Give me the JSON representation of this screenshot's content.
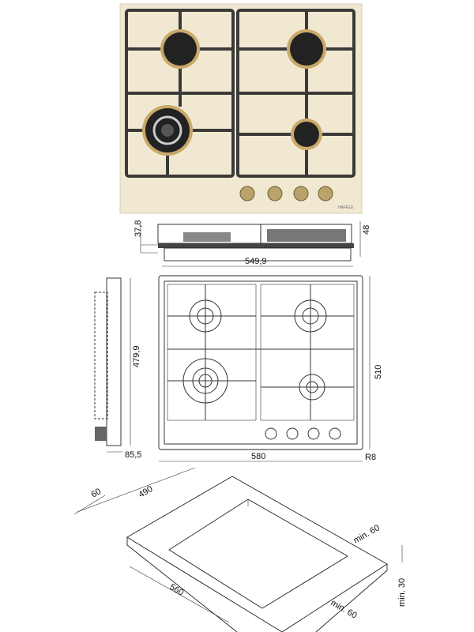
{
  "product_photo": {
    "brand_logo": "HAFELE",
    "burner_count": 4,
    "knob_count": 4,
    "colors": {
      "body": "#f1e8d2",
      "grate": "#3b3a38",
      "burner": "#222222",
      "knob": "#b9a36a"
    }
  },
  "side_view": {
    "height_label": "37,8",
    "total_height_label": "48",
    "width_label": "549,9"
  },
  "top_view": {
    "depth_label": "479,9",
    "side_depth_label": "85,5",
    "height_label": "510",
    "width_label": "580",
    "radius_label": "R8"
  },
  "cutout": {
    "front_margin_label": "60",
    "cutout_depth_label": "490",
    "cutout_width_label": "560",
    "back_min_label": "min. 60",
    "side_min_label": "min. 60",
    "thickness_min_label": "min. 30"
  }
}
